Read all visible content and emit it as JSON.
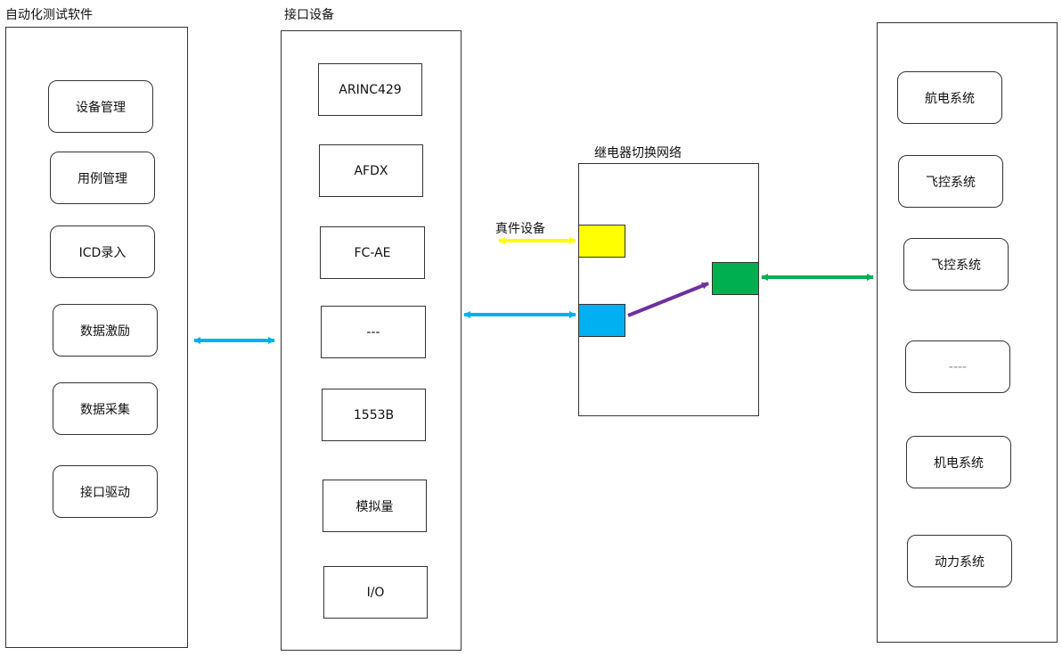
{
  "software": {
    "title": "自动化测试软件",
    "modules": [
      "设备管理",
      "用例管理",
      "ICD录入",
      "数据激励",
      "数据采集",
      "接口驱动"
    ]
  },
  "interface": {
    "title": "接口设备",
    "items": [
      "ARINC429",
      "AFDX",
      "FC-AE",
      "---",
      "1553B",
      "模拟量",
      "I/O"
    ]
  },
  "relay": {
    "title": "继电器切换网络",
    "real_device_label": "真件设备",
    "colors": {
      "yellow": "#FFFF00",
      "blue": "#00B0F0",
      "green": "#00B050",
      "purple": "#7030A0"
    }
  },
  "systems": {
    "items": [
      "航电系统",
      "飞控系统",
      "飞控系统",
      "----",
      "机电系统",
      "动力系统"
    ]
  }
}
